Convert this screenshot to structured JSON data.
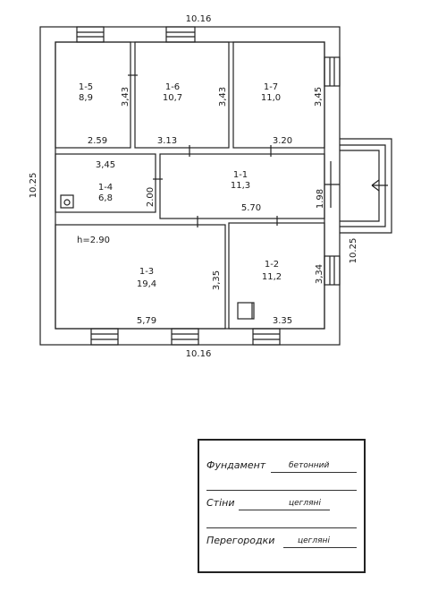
{
  "dimensions": {
    "top": "10.16",
    "bottom": "10.16",
    "left": "10.25",
    "right": "10.25"
  },
  "ceiling_height": "h=2.90",
  "rooms": [
    {
      "id": "1-5",
      "area": "8,9",
      "width": "2.59",
      "depth": "3,43"
    },
    {
      "id": "1-6",
      "area": "10,7",
      "width": "3.13",
      "depth": "3,43"
    },
    {
      "id": "1-7",
      "area": "11,0",
      "width": "3.20",
      "depth": "3,45"
    },
    {
      "id": "1-4",
      "area": "6,8",
      "width": "3,45",
      "depth": "2.00"
    },
    {
      "id": "1-1",
      "area": "11,3",
      "width": "5.70",
      "depth": "1.98"
    },
    {
      "id": "1-3",
      "area": "19,4",
      "width": "5,79",
      "depth": "3,35"
    },
    {
      "id": "1-2",
      "area": "11,2",
      "width": "3.35",
      "depth": "3,34"
    }
  ],
  "legend": {
    "foundation_label": "Фундамент",
    "foundation_value": "бетонний",
    "walls_label": "Стіни",
    "walls_value": "цегляні",
    "partitions_label": "Перегородки",
    "partitions_value": "цегляні"
  }
}
